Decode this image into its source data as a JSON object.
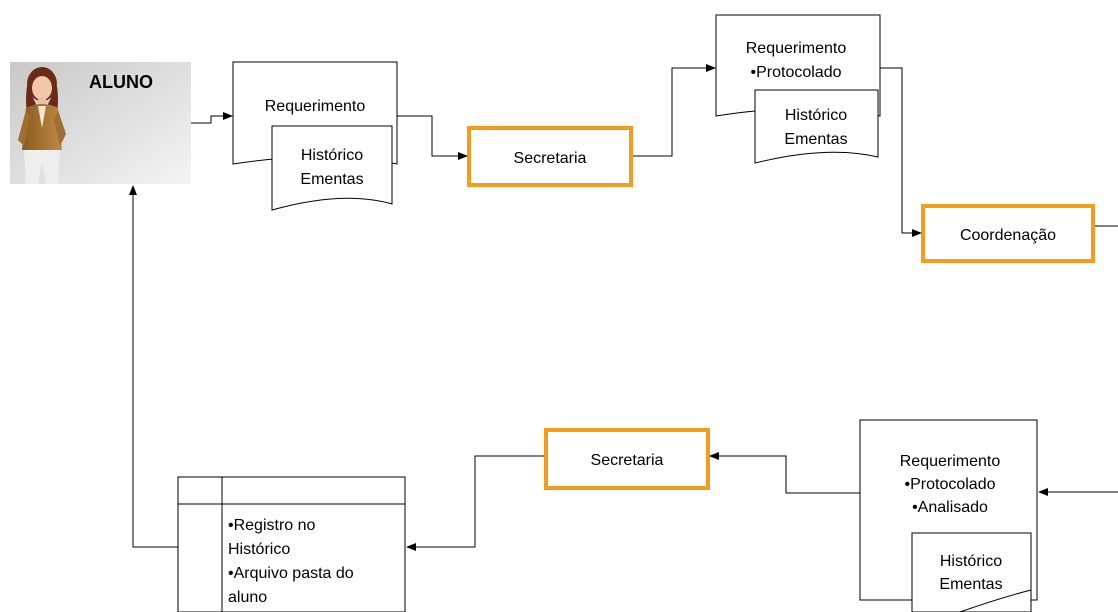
{
  "actor": {
    "name": "ALUNO",
    "icon": "student-avatar-icon"
  },
  "documents": {
    "doc1": {
      "main": "Requerimento",
      "attach": [
        "Histórico",
        "Ementas"
      ]
    },
    "doc2": {
      "main": [
        "Requerimento",
        "•Protocolado"
      ],
      "attach": [
        "Histórico",
        "Ementas"
      ]
    },
    "doc3": {
      "main": [
        "Requerimento",
        "•Protocolado",
        "•Analisado"
      ],
      "attach": [
        "Histórico",
        "Ementas"
      ]
    }
  },
  "processes": {
    "secretaria_top": "Secretaria",
    "coordenacao": "Coordenação",
    "secretaria_bottom": "Secretaria"
  },
  "records_card": {
    "lines": [
      "•Registro no",
      "Histórico",
      "•Arquivo pasta do",
      "aluno"
    ]
  },
  "colors": {
    "process_border": "#F39C1E",
    "line": "#000000",
    "avatar_panel": "#d9d9d9"
  }
}
